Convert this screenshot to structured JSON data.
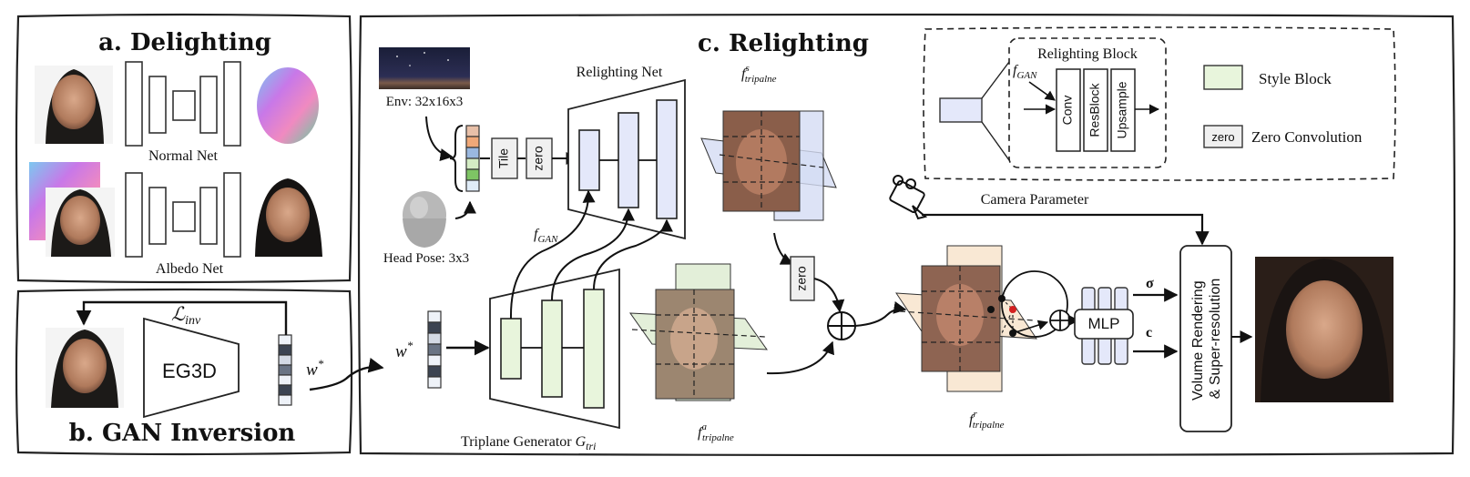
{
  "panels": {
    "delighting": {
      "title": "a. Delighting",
      "normal_net": "Normal Net",
      "albedo_net": "Albedo Net"
    },
    "inversion": {
      "title": "b. GAN Inversion",
      "loss_symbol": "ℒ",
      "loss_sub": "inv",
      "encoder": "EG3D",
      "latent": "w",
      "latent_sup": "*"
    },
    "relighting": {
      "title": "c. Relighting",
      "env_label": "Env: 32x16x3",
      "head_pose_label": "Head Pose: 3x3",
      "tile": "Tile",
      "zero": "zero",
      "relighting_net": "Relighting Net",
      "f_gan_base": "f",
      "f_gan_sub": "GAN",
      "latent": "w",
      "latent_sup": "*",
      "triplane_gen": "Triplane Generator ",
      "triplane_gen_sym": "G",
      "triplane_gen_sub": "tri",
      "f_s_sup": "s",
      "f_a_sup": "a",
      "f_r_sup": "r",
      "f_tri_sub": "tripalne",
      "zero_conv_node": "zero",
      "camera_param": "Camera Parameter",
      "mlp": "MLP",
      "sigma": "σ",
      "c": "c",
      "volume_line1": "Volume Rendering",
      "volume_line2": "& Super-resolution"
    },
    "legend": {
      "block_title": "Relighting Block",
      "f_gan_base": "f",
      "f_gan_sub": "GAN",
      "conv": "Conv",
      "resblock": "ResBlock",
      "upsample": "Upsample",
      "style_block": "Style Block",
      "zero_chip": "zero",
      "zero_conv": "Zero Convolution"
    }
  },
  "colors": {
    "relight_block": "#e4e8fa",
    "style_block": "#e8f5dc",
    "zero_fill": "#f0f0f0",
    "plane_green": "#dcebd0",
    "plane_blue": "#d4dcf4",
    "plane_peach": "#f8e4cc",
    "light_swatch": [
      "#e8c0a8",
      "#f0a878",
      "#9ab8e0",
      "#d4ecc4",
      "#7ec464",
      "#e0ecf8"
    ],
    "latent_swatch": [
      "#eef2f8",
      "#3c4452",
      "#d4dae4",
      "#6a7484",
      "#eef2f8",
      "#3c4452",
      "#eef2f8"
    ],
    "point_red": "#d42020"
  },
  "icons": [
    "face-photo-icon",
    "normal-map-icon",
    "environment-map-icon",
    "head-mesh-icon",
    "camera-icon",
    "plus-circle-icon"
  ]
}
